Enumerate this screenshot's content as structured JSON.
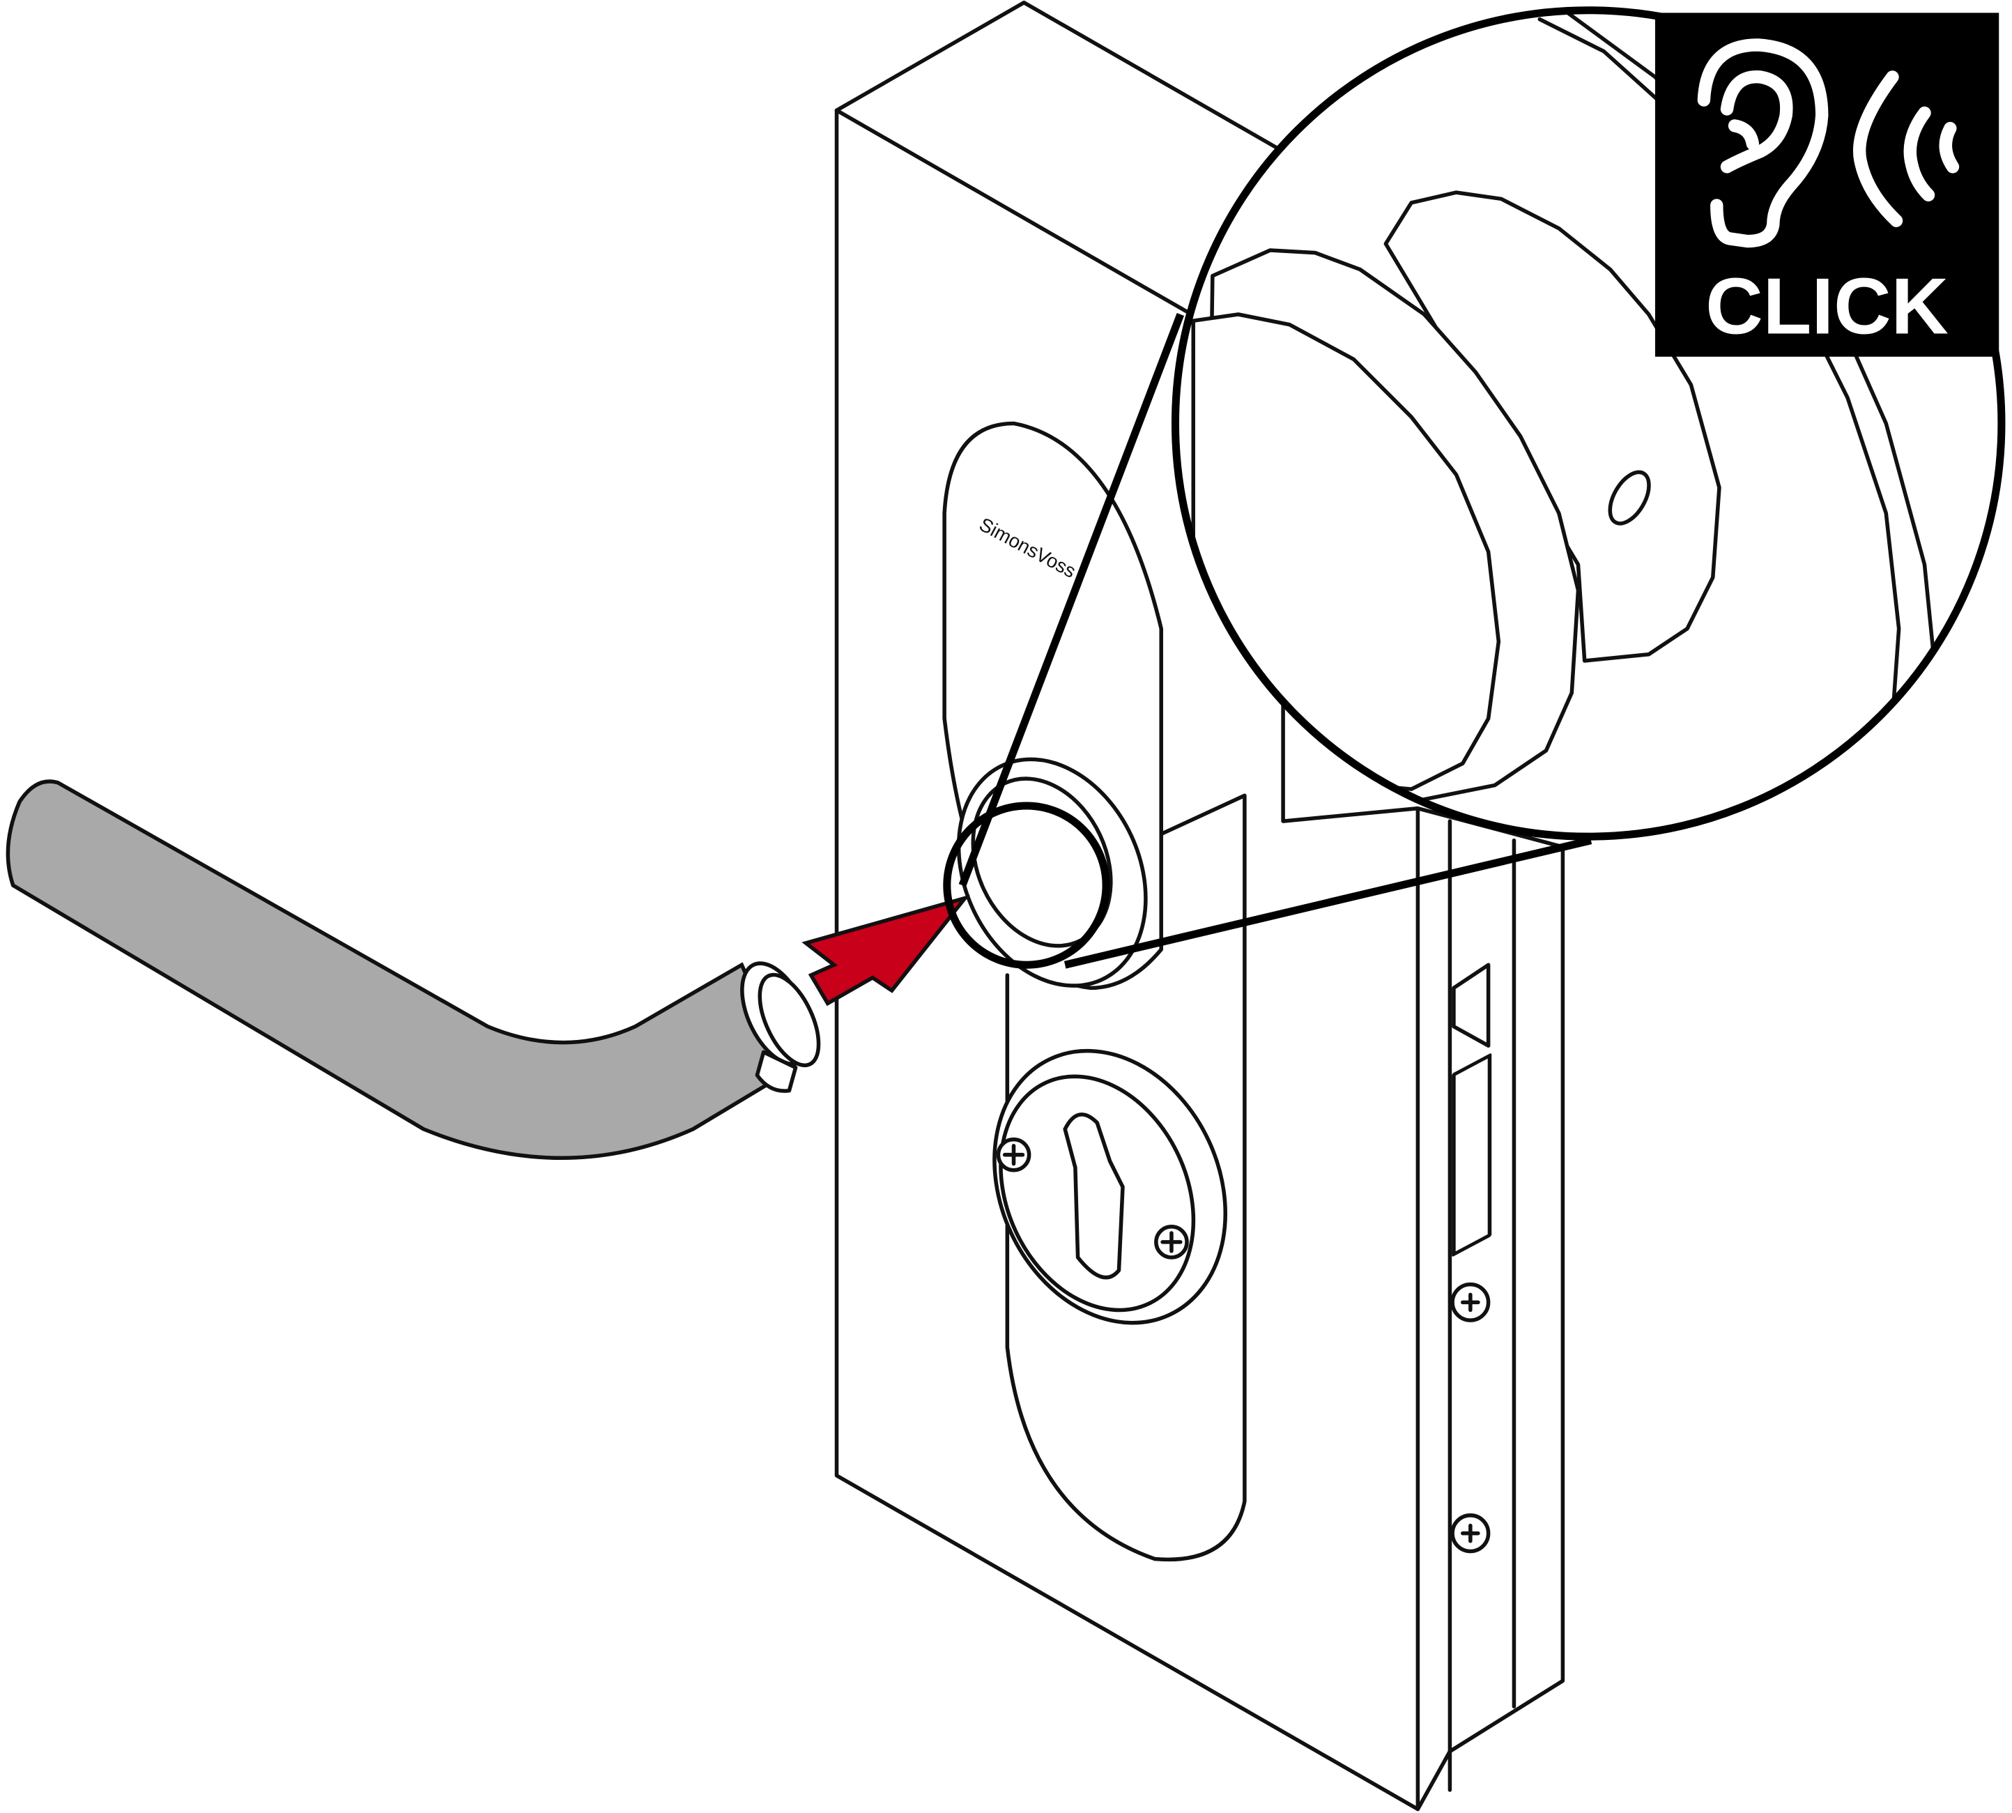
{
  "illustration": {
    "brand_logo": "SimonsVoss",
    "callout_label": "CLICK",
    "icons": [
      "ear-icon",
      "sound-waves-icon",
      "arrow-icon",
      "door-handle",
      "magnifier-callout"
    ],
    "colors": {
      "arrow": "#c8001a",
      "handle": "#a9a9a9",
      "line": "#111111",
      "callout_background": "#000000"
    }
  }
}
